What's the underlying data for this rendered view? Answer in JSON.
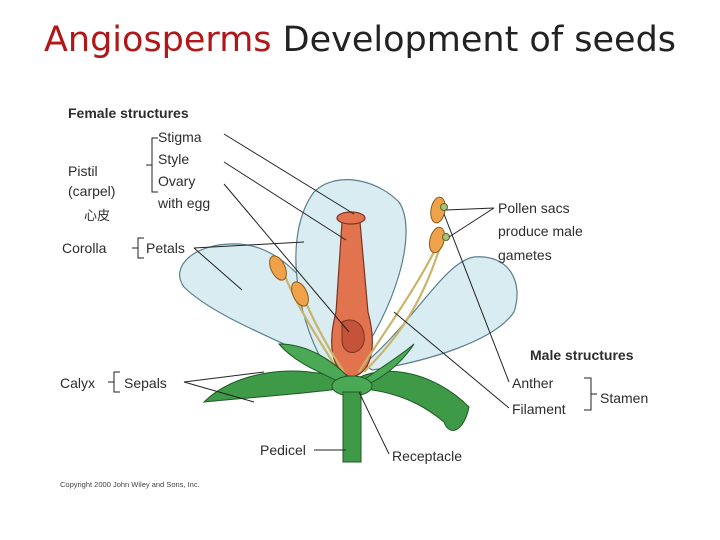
{
  "title": {
    "accent": "Angiosperms",
    "rest": " Development of seeds"
  },
  "figure": {
    "female_heading": "Female structures",
    "female_parts": [
      "Stigma",
      "Style",
      "Ovary",
      "with egg"
    ],
    "pistil": "Pistil",
    "carpel": "(carpel)",
    "chinese_note": "心皮",
    "corolla": "Corolla",
    "petals": "Petals",
    "pollen_sacs": [
      "Pollen sacs",
      "produce male",
      "gametes"
    ],
    "male_heading": "Male structures",
    "anther": "Anther",
    "filament": "Filament",
    "stamen": "Stamen",
    "calyx": "Calyx",
    "sepals": "Sepals",
    "pedicel": "Pedicel",
    "receptacle": "Receptacle",
    "copyright": "Copyright 2000 John Wiley and Sons, Inc."
  },
  "colors": {
    "accent": "#b01818",
    "petal": "#d9ecf2",
    "pistil": "#e2734f",
    "anther": "#f0a24a",
    "leaf": "#3f9a48"
  }
}
